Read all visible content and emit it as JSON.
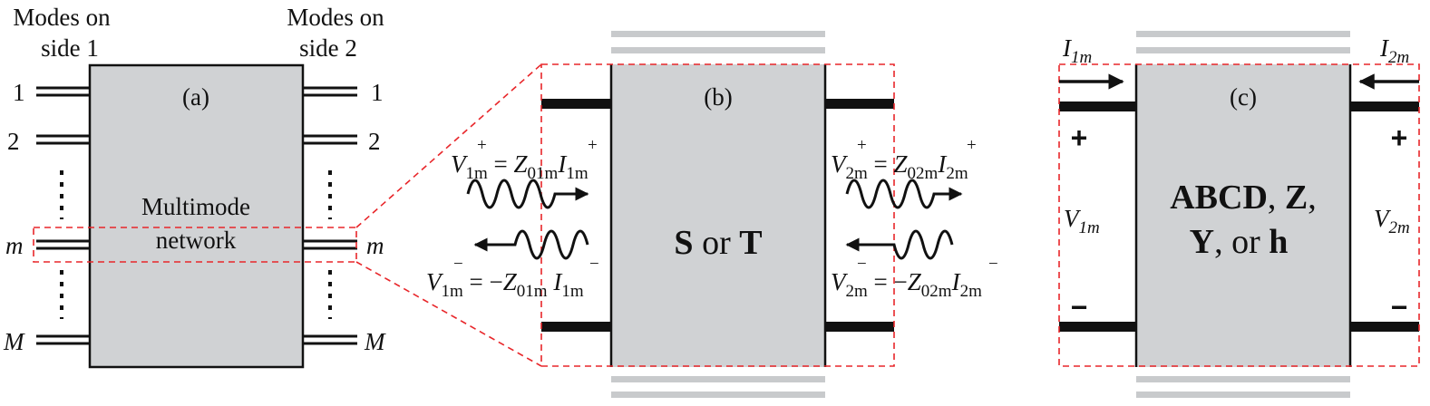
{
  "panel_a": {
    "side1_label_line1": "Modes on",
    "side1_label_line2": "side 1",
    "side2_label_line1": "Modes on",
    "side2_label_line2": "side 2",
    "panel_label": "(a)",
    "network_label_line1": "Multimode",
    "network_label_line2": "network",
    "mode_labels": [
      "1",
      "2",
      "m",
      "M"
    ]
  },
  "panel_b": {
    "panel_label": "(b)",
    "box_label": {
      "bold1": "S",
      "mid": " or ",
      "bold2": "T"
    },
    "eq_v1_plus": {
      "V": "V",
      "sub1": "1m",
      "eq": " = ",
      "Z": "Z",
      "subZ": "01m",
      "I": "I",
      "subI": "1m",
      "sign": "+"
    },
    "eq_v1_minus": {
      "V": "V",
      "sub1": "1m",
      "eq": " = −",
      "Z": "Z",
      "subZ": "01m",
      "I": " I",
      "subI": "1m",
      "sign": "−"
    },
    "eq_v2_plus": {
      "V": "V",
      "sub1": "2m",
      "eq": " = ",
      "Z": "Z",
      "subZ": "02m",
      "I": "I",
      "subI": "2m",
      "sign": "+"
    },
    "eq_v2_minus": {
      "V": "V",
      "sub1": "2m",
      "eq": " = −",
      "Z": "Z",
      "subZ": "02m",
      "I": "I",
      "subI": "2m",
      "sign": "−"
    }
  },
  "panel_c": {
    "panel_label": "(c)",
    "current_left": {
      "I": "I",
      "sub": "1m"
    },
    "current_right": {
      "I": "I",
      "sub": "2m"
    },
    "voltage_left": {
      "V": "V",
      "sub": "1m"
    },
    "voltage_right": {
      "V": "V",
      "sub": "2m"
    },
    "plus_sign": "+",
    "minus_sign": "−",
    "box_line1": {
      "bold1": "ABCD",
      "sep1": ", ",
      "bold2": "Z",
      "sep2": ","
    },
    "box_line2": {
      "bold1": "Y",
      "sep": ", or ",
      "bold2": "h"
    }
  },
  "colors": {
    "network_fill": "#d0d2d4",
    "outline": "#111111",
    "dashed_outline": "#e8262a",
    "stub_gray": "#c8cacc"
  }
}
